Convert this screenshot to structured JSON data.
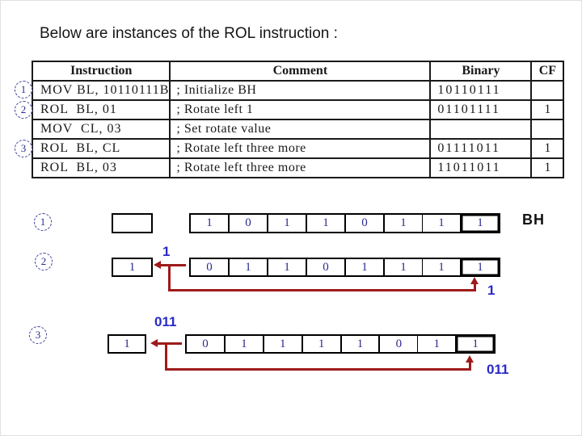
{
  "title": "Below are instances of the ROL instruction :",
  "table": {
    "headers": [
      "Instruction",
      "Comment",
      "Binary",
      "CF"
    ],
    "rows": [
      {
        "marker": "1",
        "instruction": "MOV BL, 10110111B",
        "comment": "; Initialize BH",
        "binary": "10110111",
        "cf": ""
      },
      {
        "marker": "2",
        "instruction": "ROL  BL, 01",
        "comment": "; Rotate left 1",
        "binary": "01101111",
        "cf": "1"
      },
      {
        "marker": "",
        "instruction": "MOV  CL, 03",
        "comment": "; Set rotate value",
        "binary": "",
        "cf": ""
      },
      {
        "marker": "3",
        "instruction": "ROL  BL, CL",
        "comment": "; Rotate left three more",
        "binary": "01111011",
        "cf": "1"
      },
      {
        "marker": "",
        "instruction": "ROL  BL, 03",
        "comment": "; Rotate left three more",
        "binary": "11011011",
        "cf": "1"
      }
    ]
  },
  "diagrams": {
    "register_label": "BH",
    "rows": [
      {
        "marker": "1",
        "cf": "",
        "bits": [
          "1",
          "0",
          "1",
          "1",
          "0",
          "1",
          "1",
          "1"
        ],
        "out_label": "",
        "in_label": ""
      },
      {
        "marker": "2",
        "cf": "1",
        "bits": [
          "0",
          "1",
          "1",
          "0",
          "1",
          "1",
          "1",
          "1"
        ],
        "out_label": "1",
        "in_label": "1"
      },
      {
        "marker": "3",
        "cf": "1",
        "bits": [
          "0",
          "1",
          "1",
          "1",
          "1",
          "0",
          "1",
          "1"
        ],
        "out_label": "011",
        "in_label": "011"
      }
    ]
  },
  "colors": {
    "arrow_red": "#9e1b1b",
    "bit_navy": "#2b2b8f",
    "label_blue": "#2a2ac8",
    "marker_blue": "#3c3c9e"
  }
}
